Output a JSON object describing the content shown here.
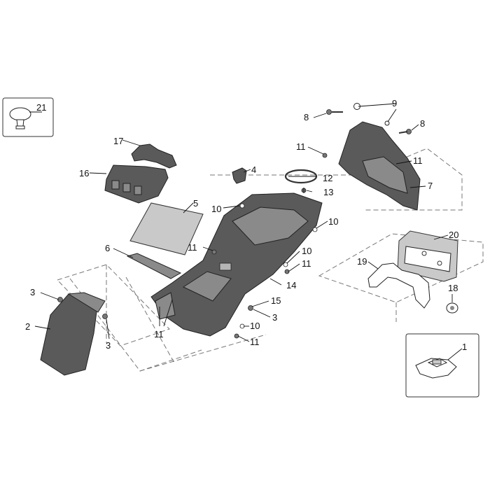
{
  "diagram": {
    "callouts": {
      "c1": "1",
      "c2": "2",
      "c3a": "3",
      "c3b": "3",
      "c3c": "3",
      "c4": "4",
      "c5": "5",
      "c6": "6",
      "c7": "7",
      "c8a": "8",
      "c8b": "8",
      "c9": "9",
      "c10a": "10",
      "c10b": "10",
      "c10c": "10",
      "c10d": "10",
      "c11a": "11",
      "c11b": "11",
      "c11c": "11",
      "c11d": "11",
      "c11e": "11",
      "c11f": "11",
      "c12": "12",
      "c13": "13",
      "c14": "14",
      "c15": "15",
      "c16": "16",
      "c17": "17",
      "c18": "18",
      "c19": "19",
      "c20": "20",
      "c21": "21"
    }
  }
}
